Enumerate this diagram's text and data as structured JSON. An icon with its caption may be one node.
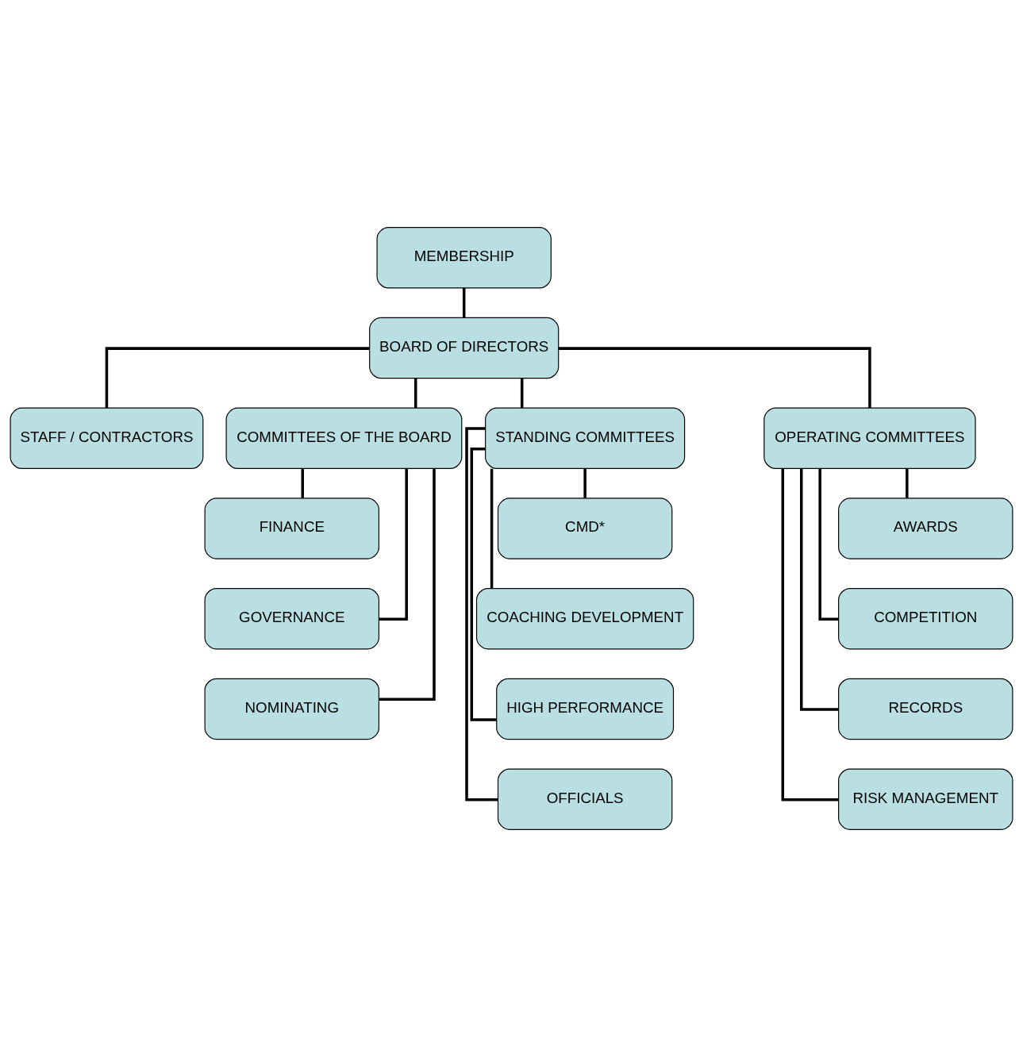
{
  "diagram": {
    "nodes": [
      {
        "text": [
          "MEMBERSHIP"
        ]
      },
      {
        "text": [
          "BOARD OF DIRECTORS"
        ]
      },
      {
        "text": [
          "STAFF / CONTRACTORS"
        ]
      },
      {
        "text": [
          "COMMITTEES OF THE BOARD"
        ]
      },
      {
        "text": [
          "STANDING COMMITTEES"
        ]
      },
      {
        "text": [
          "OPERATING COMMITTEES"
        ]
      },
      {
        "text": [
          "FINANCE"
        ]
      },
      {
        "text": [
          "GOVERNANCE"
        ]
      },
      {
        "text": [
          "NOMINATING"
        ]
      },
      {
        "text": [
          "CMD*"
        ]
      },
      {
        "text": [
          "COACHING DEVELOPMENT"
        ]
      },
      {
        "text": [
          "HIGH PERFORMANCE"
        ]
      },
      {
        "text": [
          "OFFICIALS"
        ]
      },
      {
        "text": [
          "AWARDS"
        ]
      },
      {
        "text": [
          "COMPETITION"
        ]
      },
      {
        "text": [
          "RECORDS"
        ]
      },
      {
        "text": [
          "RISK MANAGEMENT"
        ]
      }
    ],
    "edges": [
      {
        "from": 0,
        "to": 1,
        "arrow": "none"
      },
      {
        "from": 1,
        "to": 2,
        "arrow": "none"
      },
      {
        "from": 1,
        "to": 3,
        "arrow": "none"
      },
      {
        "from": 1,
        "to": 4,
        "arrow": "none"
      },
      {
        "from": 1,
        "to": 5,
        "arrow": "none"
      },
      {
        "from": 3,
        "to": 6,
        "arrow": "none"
      },
      {
        "from": 3,
        "to": 7,
        "arrow": "none"
      },
      {
        "from": 3,
        "to": 8,
        "arrow": "none"
      },
      {
        "from": 4,
        "to": 9,
        "arrow": "none"
      },
      {
        "from": 4,
        "to": 10,
        "arrow": "none"
      },
      {
        "from": 4,
        "to": 11,
        "arrow": "none"
      },
      {
        "from": 4,
        "to": 12,
        "arrow": "none"
      },
      {
        "from": 5,
        "to": 13,
        "arrow": "none"
      },
      {
        "from": 5,
        "to": 14,
        "arrow": "none"
      },
      {
        "from": 5,
        "to": 15,
        "arrow": "none"
      },
      {
        "from": 5,
        "to": 16,
        "arrow": "none"
      }
    ]
  }
}
